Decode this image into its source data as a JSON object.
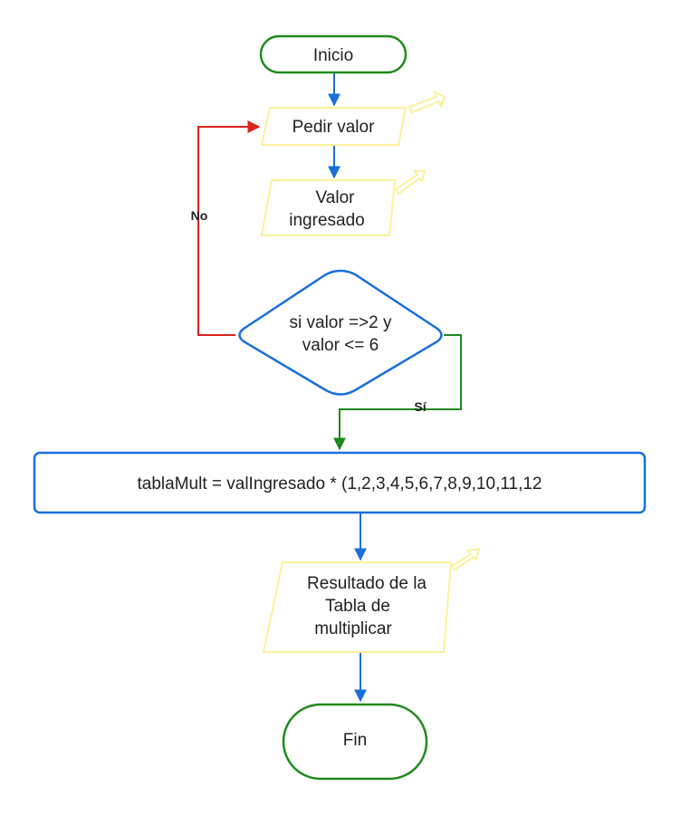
{
  "colors": {
    "terminal": "#1f8a1f",
    "process": "#1a6fdc",
    "io": "#fbf29a",
    "no_branch": "#d9221c",
    "yes_branch": "#1f8a1f",
    "arrow": "#1a6fdc"
  },
  "nodes": {
    "start": "Inicio",
    "input_prompt": "Pedir valor",
    "input_value": [
      "Valor",
      "ingresado"
    ],
    "decision": [
      "si valor =>2 y",
      "valor <= 6"
    ],
    "process": "tablaMult = valIngresado * (1,2,3,4,5,6,7,8,9,10,11,12",
    "output": [
      "Resultado de la",
      "Tabla de",
      "multiplicar"
    ],
    "end": "Fin"
  },
  "edge_labels": {
    "no": "No",
    "yes": "Sí"
  }
}
